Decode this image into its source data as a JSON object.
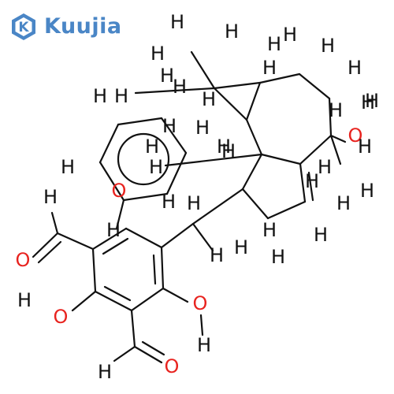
{
  "brand": {
    "name": "Kuujia",
    "mark": "K",
    "color": "#4a86c6"
  },
  "molecule": {
    "hydrogen_color": "#111111",
    "oxygen_color": "#e8231f",
    "labels": {
      "h": "H",
      "o": "O"
    }
  }
}
